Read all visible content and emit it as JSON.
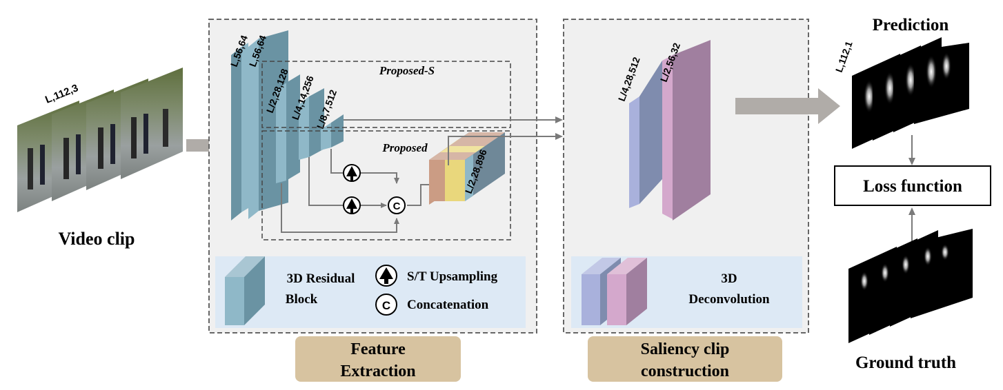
{
  "video_clip": {
    "dims": "L,112,3",
    "label": "Video clip"
  },
  "feature_extraction": {
    "caption_line1": "Feature",
    "caption_line2": "Extraction",
    "blocks": [
      {
        "dims": "L,56,64"
      },
      {
        "dims": "L,56,64"
      },
      {
        "dims": "L/2,28,128"
      },
      {
        "dims": "L/4,14,256"
      },
      {
        "dims": "L/8,7,512"
      }
    ],
    "proposed_s_label": "Proposed-S",
    "proposed_label": "Proposed",
    "concat_dims": "L/2,28,896",
    "concat_symbol": "C",
    "legend": {
      "residual_line1": "3D Residual",
      "residual_line2": "Block",
      "upsampling": "S/T Upsampling",
      "concatenation": "Concatenation",
      "concat_symbol": "C"
    }
  },
  "saliency": {
    "caption_line1": "Saliency clip",
    "caption_line2": "construction",
    "blocks": [
      {
        "dims": "L/4,28,512"
      },
      {
        "dims": "L/2,56,32"
      }
    ],
    "legend": {
      "line1": "3D",
      "line2": "Deconvolution"
    }
  },
  "output": {
    "prediction_title": "Prediction",
    "prediction_dims": "L,112,1",
    "loss_label": "Loss function",
    "ground_truth_title": "Ground truth"
  },
  "colors": {
    "residual_front": "#8fb8c8",
    "residual_side": "#6a93a3",
    "deconv_blue": "#a9b1dc",
    "deconv_pink": "#d4a8cc",
    "panel_bg": "#f0f0f0",
    "legend_bg": "#dde9f5",
    "caption_bg": "#d7c3a0",
    "arrow_gray": "#b0aca8"
  }
}
